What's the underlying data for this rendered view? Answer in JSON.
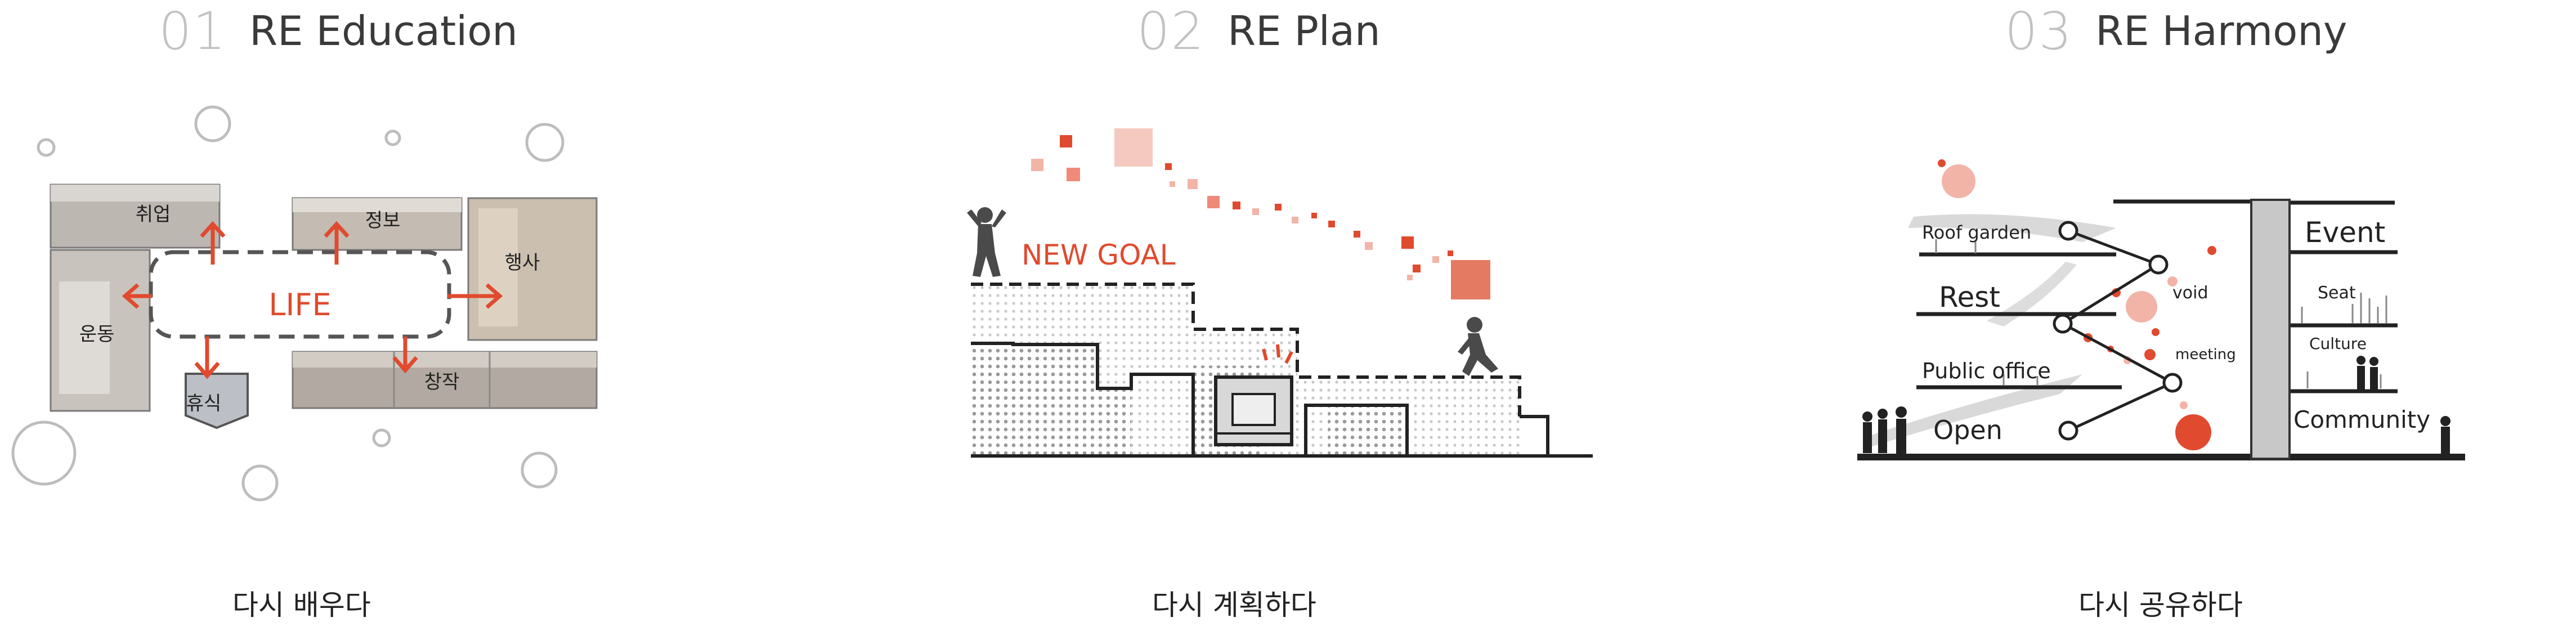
{
  "panels": [
    {
      "number": "01",
      "title": "RE Education",
      "caption": "다시 배우다",
      "center_label": "LIFE",
      "activity_labels": [
        "취업",
        "정보",
        "행사",
        "운동",
        "휴식",
        "창작"
      ]
    },
    {
      "number": "02",
      "title": "RE Plan",
      "caption": "다시 계획하다",
      "goal_label": "NEW GOAL"
    },
    {
      "number": "03",
      "title": "RE Harmony",
      "caption": "다시 공유하다",
      "left_labels": [
        "Roof garden",
        "Rest",
        "Public office",
        "Open"
      ],
      "path_labels": [
        "void",
        "meeting"
      ],
      "right_labels": [
        "Event",
        "Seat",
        "Culture",
        "Community"
      ]
    }
  ],
  "colors": {
    "accent": "#e04a2e",
    "accent_light": "#f3b4a8",
    "photo_gray": "#b9b2ab",
    "line_dark": "#222222"
  }
}
